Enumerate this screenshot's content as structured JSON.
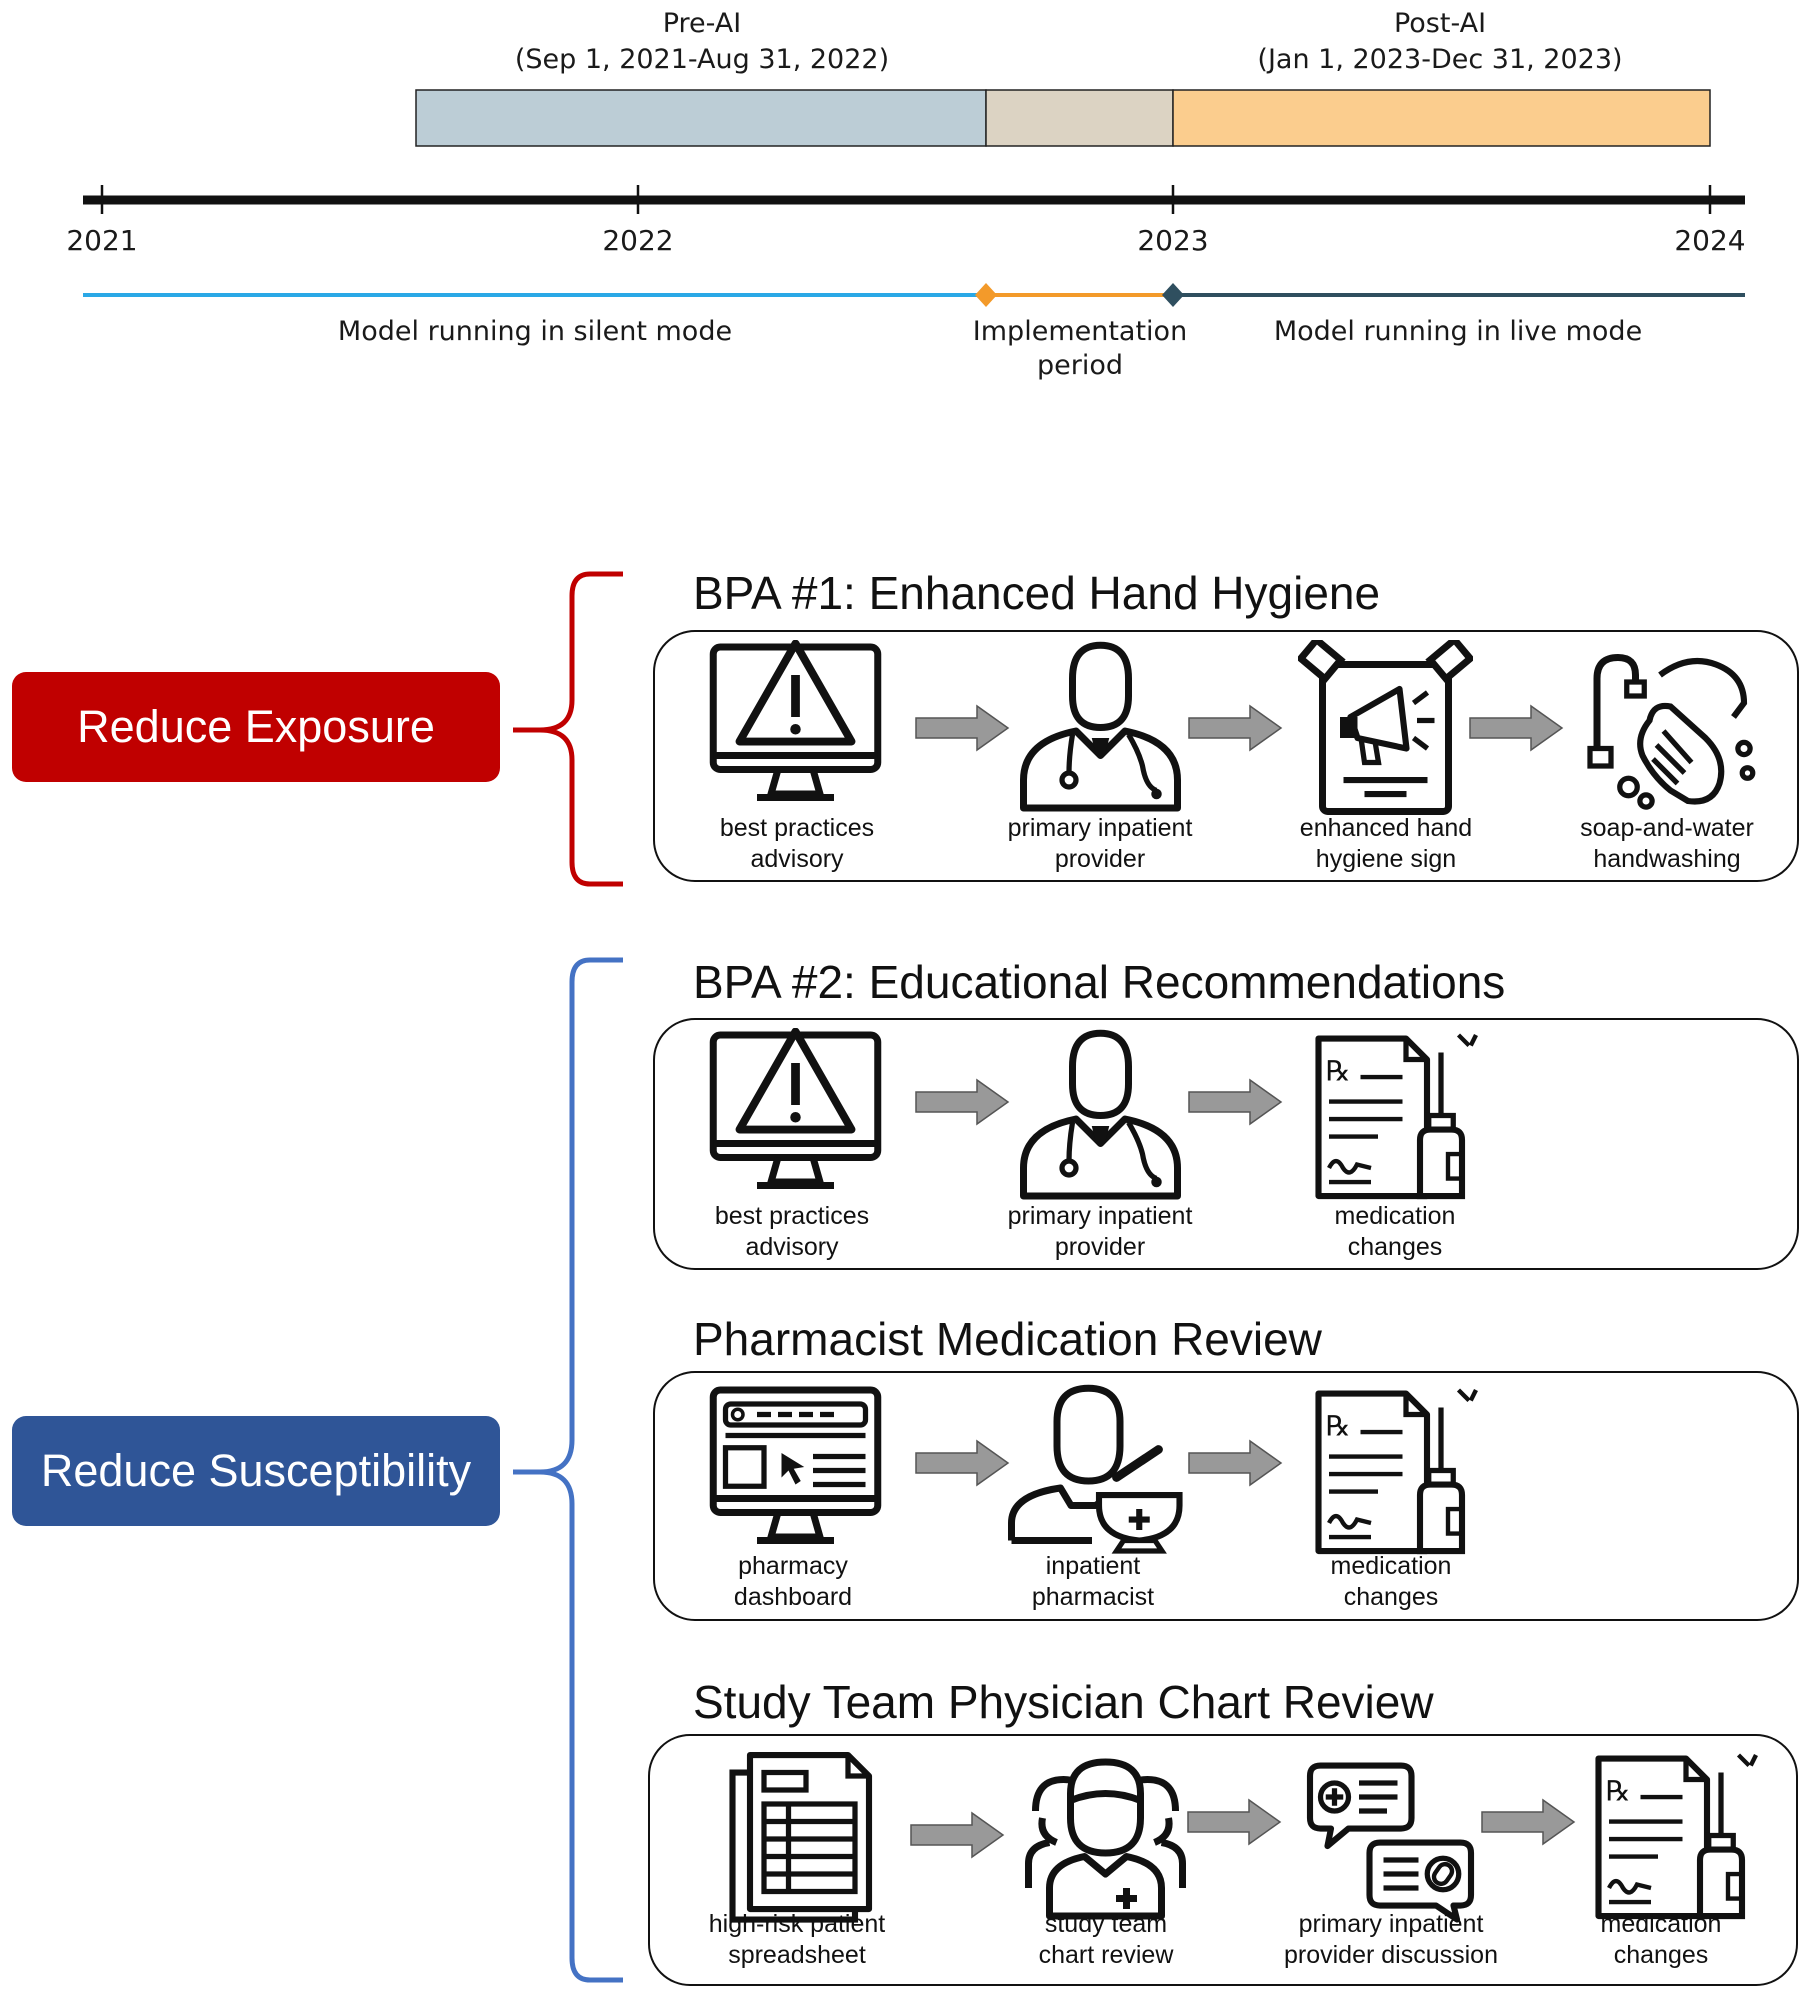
{
  "timeline": {
    "pre_ai": {
      "title": "Pre-AI",
      "range": "(Sep 1, 2021-Aug 31, 2022)"
    },
    "post_ai": {
      "title": "Post-AI",
      "range": "(Jan 1, 2023-Dec 31, 2023)"
    },
    "ticks": [
      "2021",
      "2022",
      "2023",
      "2024"
    ],
    "modes": {
      "silent": "Model running in silent mode",
      "implementation_line1": "Implementation",
      "implementation_line2": "period",
      "live": "Model running in live mode"
    },
    "colors": {
      "pre_ai_bar": "#bccdd6",
      "implementation_bar": "#dcd3c3",
      "post_ai_bar": "#fbcd8e",
      "silent_line": "#2aa8e6",
      "implementation_line": "#f39a2a",
      "live_line": "#2f4f5f"
    }
  },
  "strategies": {
    "exposure": {
      "label": "Reduce Exposure",
      "color": "#c00000"
    },
    "susceptibility": {
      "label": "Reduce Susceptibility",
      "color": "#2f5597"
    },
    "exposure_brace_color": "#c00000",
    "susceptibility_brace_color": "#4472c4"
  },
  "sections": [
    {
      "title": "BPA #1: Enhanced Hand Hygiene",
      "steps": [
        {
          "icon": "alert-monitor-icon",
          "line1": "best practices",
          "line2": "advisory"
        },
        {
          "icon": "doctor-icon",
          "line1": "primary inpatient",
          "line2": "provider"
        },
        {
          "icon": "hygiene-sign-icon",
          "line1": "enhanced hand",
          "line2": "hygiene sign"
        },
        {
          "icon": "handwashing-icon",
          "line1": "soap-and-water",
          "line2": "handwashing"
        }
      ]
    },
    {
      "title": "BPA #2: Educational Recommendations",
      "steps": [
        {
          "icon": "alert-monitor-icon",
          "line1": "best practices",
          "line2": "advisory"
        },
        {
          "icon": "doctor-icon",
          "line1": "primary inpatient",
          "line2": "provider"
        },
        {
          "icon": "prescription-icon",
          "line1": "medication",
          "line2": "changes"
        }
      ]
    },
    {
      "title": "Pharmacist Medication Review",
      "steps": [
        {
          "icon": "dashboard-monitor-icon",
          "line1": "pharmacy",
          "line2": "dashboard"
        },
        {
          "icon": "pharmacist-icon",
          "line1": "inpatient",
          "line2": "pharmacist"
        },
        {
          "icon": "prescription-icon",
          "line1": "medication",
          "line2": "changes"
        }
      ]
    },
    {
      "title": "Study Team Physician Chart Review",
      "steps": [
        {
          "icon": "spreadsheet-icon",
          "line1": "high-risk patient",
          "line2": "spreadsheet"
        },
        {
          "icon": "team-icon",
          "line1": "study team",
          "line2": "chart review"
        },
        {
          "icon": "discussion-icon",
          "line1": "primary inpatient",
          "line2": "provider discussion"
        },
        {
          "icon": "prescription-icon",
          "line1": "medication",
          "line2": "changes"
        }
      ]
    }
  ]
}
